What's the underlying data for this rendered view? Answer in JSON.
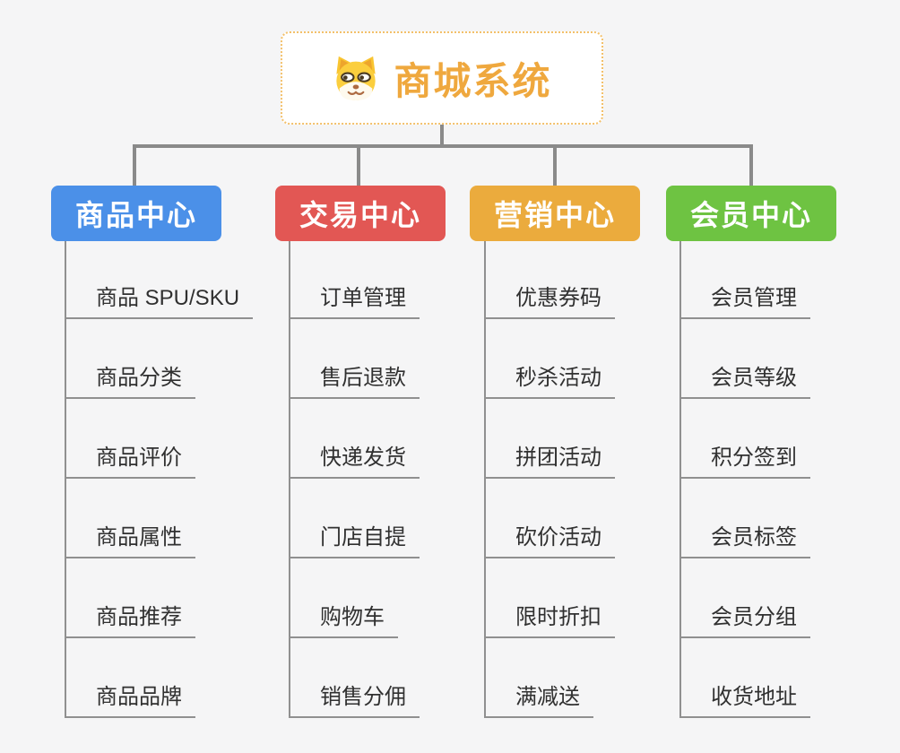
{
  "page": {
    "background_color": "#f5f5f6",
    "connector_color": "#8a8a8a"
  },
  "root": {
    "title": "商城系统",
    "icon": "dog-face-icon",
    "text_color": "#efa83e",
    "border_color": "#f3c06a",
    "background_color": "#ffffff"
  },
  "branches": [
    {
      "label": "商品中心",
      "color": "#4b90e8",
      "items": [
        "商品 SPU/SKU",
        "商品分类",
        "商品评价",
        "商品属性",
        "商品推荐",
        "商品品牌"
      ]
    },
    {
      "label": "交易中心",
      "color": "#e25754",
      "items": [
        "订单管理",
        "售后退款",
        "快递发货",
        "门店自提",
        "购物车",
        "销售分佣"
      ]
    },
    {
      "label": "营销中心",
      "color": "#ebab3d",
      "items": [
        "优惠券码",
        "秒杀活动",
        "拼团活动",
        "砍价活动",
        "限时折扣",
        "满减送"
      ]
    },
    {
      "label": "会员中心",
      "color": "#6ec342",
      "items": [
        "会员管理",
        "会员等级",
        "积分签到",
        "会员标签",
        "会员分组",
        "收货地址"
      ]
    }
  ]
}
